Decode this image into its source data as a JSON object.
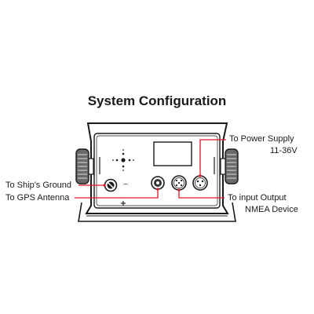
{
  "title": "System Configuration",
  "labels": {
    "power_supply_line1": "To Power Supply",
    "power_supply_line2": "11-36V",
    "ships_ground": "To Ship's Ground",
    "gps_antenna": "To GPS Antenna",
    "input_output_line1": "To input Output",
    "input_output_line2": "NMEA Device"
  },
  "panel_symbols": {
    "plus": "+",
    "minus": "−"
  },
  "colors": {
    "callout": "#e0182a",
    "outline": "#1a1a1a",
    "background": "#ffffff"
  }
}
